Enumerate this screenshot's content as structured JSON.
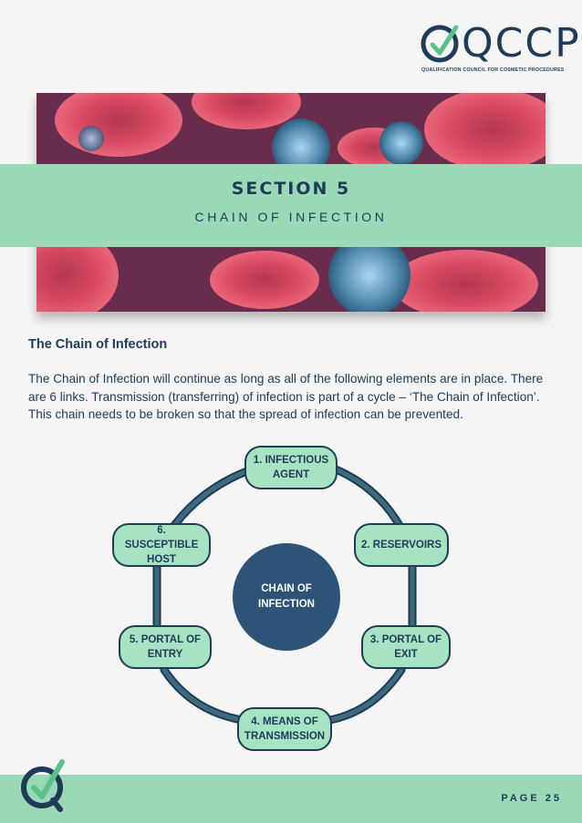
{
  "logo": {
    "text": "QCCP",
    "subtitle": "QUALIFICATION COUNCIL FOR COSMETIC PROCEDURES"
  },
  "section": {
    "title": "SECTION 5",
    "subtitle": "CHAIN OF INFECTION"
  },
  "heading": "The Chain of Infection",
  "paragraph": "The Chain of Infection will continue as long as all of the following elements are in place. There are 6 links. Transmission (transferring) of infection is part of a cycle – ‘The Chain of Infection’. This chain needs to be broken so that the spread of infection can be prevented.",
  "diagram": {
    "center": "CHAIN OF INFECTION",
    "links": [
      {
        "label": "1. INFECTIOUS AGENT"
      },
      {
        "label": "2. RESERVOIRS"
      },
      {
        "label": "3. PORTAL OF EXIT"
      },
      {
        "label": "4. MEANS OF TRANSMISSION"
      },
      {
        "label": "5. PORTAL OF ENTRY"
      },
      {
        "label": "6. SUSCEPTIBLE HOST"
      }
    ]
  },
  "footer": {
    "page": "PAGE 25"
  },
  "colors": {
    "navy": "#1f3b57",
    "mint": "#9ad9b6",
    "node": "#a6e3c3",
    "center": "#2d5377",
    "chain": "#3d6b7e"
  }
}
